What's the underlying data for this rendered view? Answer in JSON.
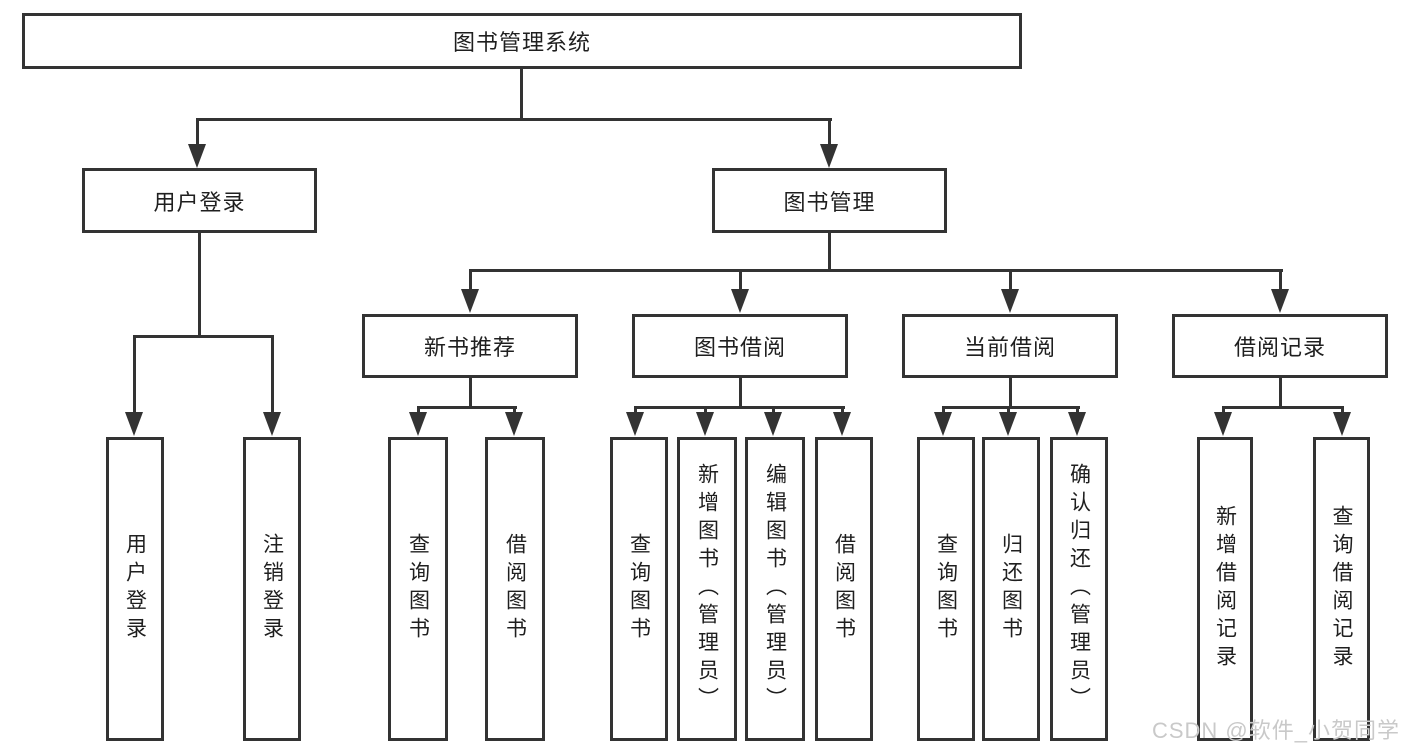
{
  "colors": {
    "line": "#333333",
    "text": "#1f1f1f",
    "watermark": "#c9c9c9",
    "background": "#ffffff"
  },
  "watermark": {
    "text": "CSDN @软件_小贺同学"
  },
  "tree": {
    "label": "图书管理系统",
    "children": [
      {
        "label": "用户登录",
        "children": [
          {
            "label": "用户登录"
          },
          {
            "label": "注销登录"
          }
        ]
      },
      {
        "label": "图书管理",
        "children": [
          {
            "label": "新书推荐",
            "children": [
              {
                "label": "查询图书"
              },
              {
                "label": "借阅图书"
              }
            ]
          },
          {
            "label": "图书借阅",
            "children": [
              {
                "label": "查询图书"
              },
              {
                "label": "新增图书（管理员）"
              },
              {
                "label": "编辑图书（管理员）"
              },
              {
                "label": "借阅图书"
              }
            ]
          },
          {
            "label": "当前借阅",
            "children": [
              {
                "label": "查询图书"
              },
              {
                "label": "归还图书"
              },
              {
                "label": "确认归还（管理员）"
              }
            ]
          },
          {
            "label": "借阅记录",
            "children": [
              {
                "label": "新增借阅记录"
              },
              {
                "label": "查询借阅记录"
              }
            ]
          }
        ]
      }
    ]
  }
}
